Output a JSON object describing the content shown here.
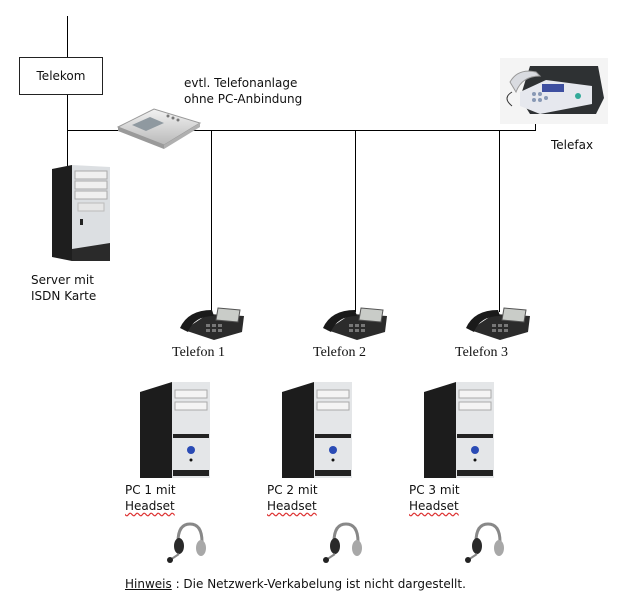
{
  "diagram": {
    "telekom": {
      "label": "Telekom"
    },
    "pbx": {
      "label_line1": "evtl. Telefonanlage",
      "label_line2": "ohne PC-Anbindung"
    },
    "fax": {
      "label": "Telefax"
    },
    "server": {
      "label_line1": "Server mit",
      "label_line2": "ISDN Karte"
    },
    "phones": [
      {
        "label": "Telefon 1"
      },
      {
        "label": "Telefon 2"
      },
      {
        "label": "Telefon 3"
      }
    ],
    "pcs": [
      {
        "label_line1": "PC 1 mit",
        "label_line2": "Headset"
      },
      {
        "label_line1": "PC 2 mit",
        "label_line2": "Headset"
      },
      {
        "label_line1": "PC 3 mit",
        "label_line2": "Headset"
      }
    ],
    "note": {
      "prefix": "Hinweis",
      "text": " : Die Netzwerk-Verkabelung ist nicht dargestellt."
    }
  }
}
